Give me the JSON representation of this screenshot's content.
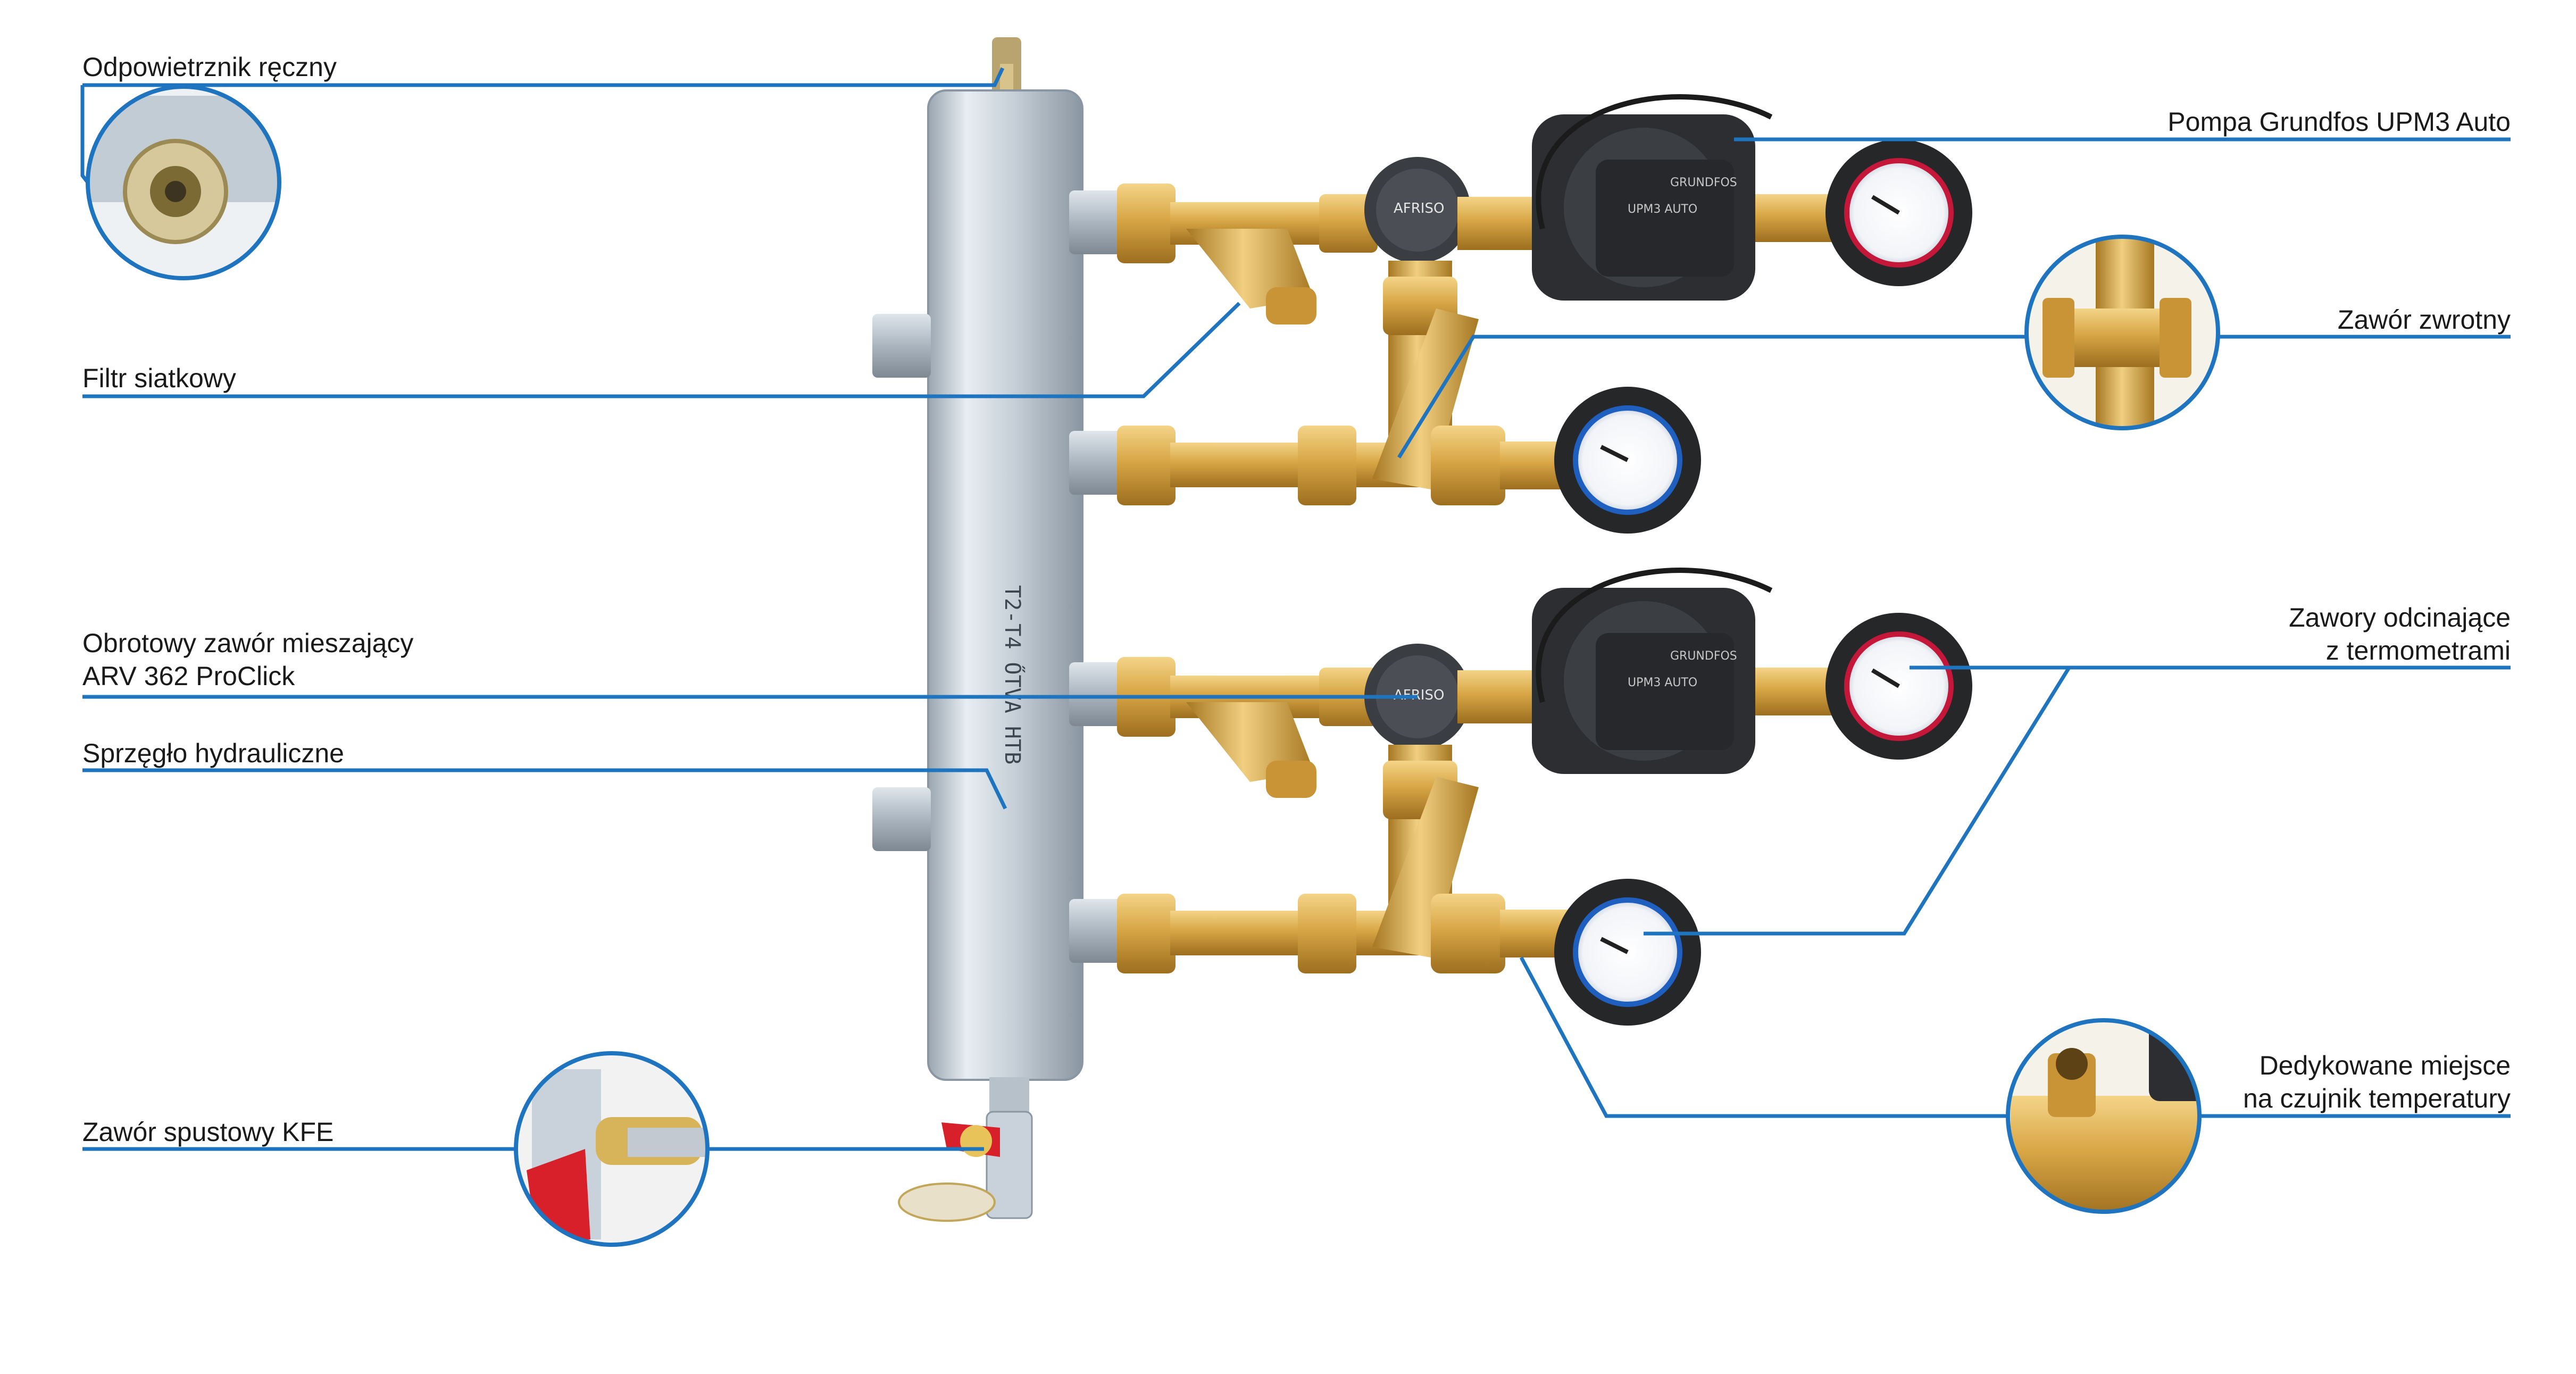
{
  "colors": {
    "leader": "#1f74c0",
    "brass": "#d9a441",
    "steel": "#c9d2da",
    "dark": "#2a2a2a"
  },
  "labels": {
    "air_vent": "Odpowietrznik ręczny",
    "mesh_filter": "Filtr siatkowy",
    "mixing_valve_line1": "Obrotowy zawór mieszający",
    "mixing_valve_line2": "ARV 362 ProClick",
    "hydraulic_coupler": "Sprzęgło hydrauliczne",
    "drain_valve": "Zawór spustowy KFE",
    "pump": "Pompa Grundfos UPM3 Auto",
    "check_valve": "Zawór zwrotny",
    "shutoff_valves_line1": "Zawory odcinające",
    "shutoff_valves_line2": "z termometrami",
    "sensor_spot_line1": "Dedykowane miejsce",
    "sensor_spot_line2": "na czujnik temperatury"
  },
  "product_marks": {
    "pump_brand": "GRUNDFOS",
    "pump_model": "UPM3 AUTO",
    "valve_brand": "AFRISO",
    "coupler_marking": "T2-T4 ŐTVA HTB"
  }
}
